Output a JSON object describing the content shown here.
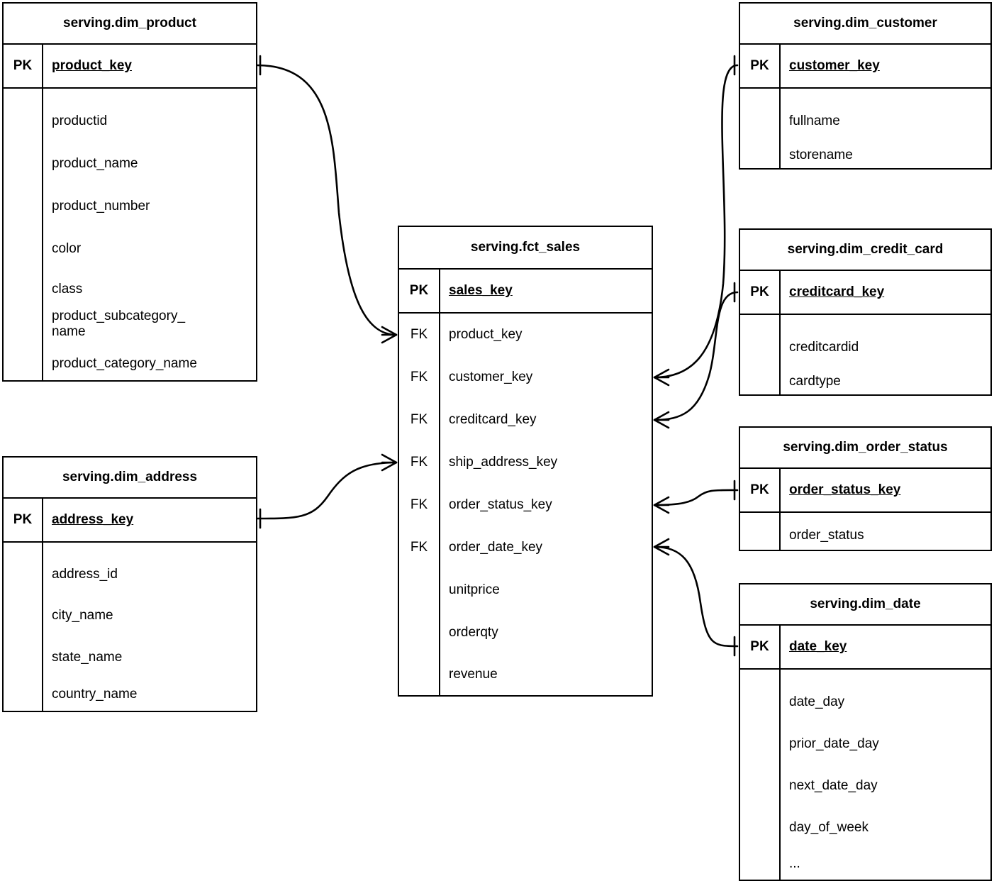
{
  "diagram": {
    "title": "serving layer star schema entity relationship diagram",
    "type": "erd-crows-foot",
    "background_color": "#ffffff",
    "line_color": "#000000"
  },
  "entities": [
    {
      "id": "dim_product",
      "name": "serving.dim_product",
      "pk_label": "PK",
      "pk_field": "product_key",
      "attributes": [
        "productid",
        "product_name",
        "product_number",
        "color",
        "class",
        "product_subcategory_\nname",
        "product_category_name"
      ]
    },
    {
      "id": "dim_address",
      "name": "serving.dim_address",
      "pk_label": "PK",
      "pk_field": "address_key",
      "attributes": [
        "address_id",
        "city_name",
        "state_name",
        "country_name"
      ]
    },
    {
      "id": "fct_sales",
      "name": "serving.fct_sales",
      "pk_label": "PK",
      "pk_field": "sales_key",
      "fk_label": "FK",
      "foreign_keys": [
        "product_key",
        "customer_key",
        "creditcard_key",
        "ship_address_key",
        "order_status_key",
        "order_date_key"
      ],
      "attributes": [
        "unitprice",
        "orderqty",
        "revenue"
      ]
    },
    {
      "id": "dim_customer",
      "name": "serving.dim_customer",
      "pk_label": "PK",
      "pk_field": "customer_key",
      "attributes": [
        "fullname",
        "storename"
      ]
    },
    {
      "id": "dim_credit_card",
      "name": "serving.dim_credit_card",
      "pk_label": "PK",
      "pk_field": "creditcard_key",
      "attributes": [
        "creditcardid",
        "cardtype"
      ]
    },
    {
      "id": "dim_order_status",
      "name": "serving.dim_order_status",
      "pk_label": "PK",
      "pk_field": "order_status_key",
      "attributes": [
        "order_status"
      ]
    },
    {
      "id": "dim_date",
      "name": "serving.dim_date",
      "pk_label": "PK",
      "pk_field": "date_key",
      "attributes": [
        "date_day",
        "prior_date_day",
        "next_date_day",
        "day_of_week",
        "..."
      ]
    }
  ],
  "relationships": [
    {
      "id": "rel-product",
      "from": "serving.dim_product.product_key",
      "to": "serving.fct_sales.product_key",
      "from_cardinality": "one",
      "to_cardinality": "many"
    },
    {
      "id": "rel-address",
      "from": "serving.dim_address.address_key",
      "to": "serving.fct_sales.ship_address_key",
      "from_cardinality": "one",
      "to_cardinality": "many"
    },
    {
      "id": "rel-customer",
      "from": "serving.dim_customer.customer_key",
      "to": "serving.fct_sales.customer_key",
      "from_cardinality": "one",
      "to_cardinality": "many"
    },
    {
      "id": "rel-creditcard",
      "from": "serving.dim_credit_card.creditcard_key",
      "to": "serving.fct_sales.creditcard_key",
      "from_cardinality": "one",
      "to_cardinality": "many"
    },
    {
      "id": "rel-orderstatus",
      "from": "serving.dim_order_status.order_status_key",
      "to": "serving.fct_sales.order_status_key",
      "from_cardinality": "one",
      "to_cardinality": "many"
    },
    {
      "id": "rel-date",
      "from": "serving.dim_date.date_key",
      "to": "serving.fct_sales.order_date_key",
      "from_cardinality": "one",
      "to_cardinality": "many"
    }
  ]
}
